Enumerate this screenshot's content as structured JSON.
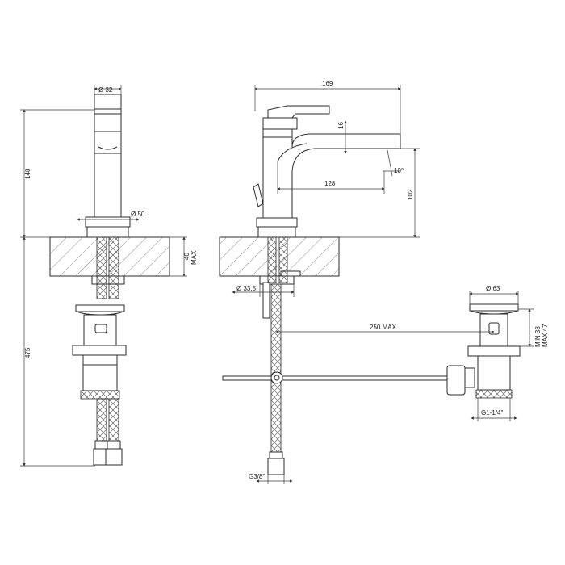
{
  "dimensions": {
    "d32": "Ø 32",
    "d50": "Ø 50",
    "h148": "148",
    "h475": "475",
    "max40": "40",
    "max40_label": "MAX",
    "w169": "169",
    "h16": "16",
    "angle10": "10°",
    "w128": "128",
    "h102": "102",
    "d33_5": "Ø 33,5",
    "max250": "250 MAX",
    "d63": "Ø 63",
    "min38": "MIN 38",
    "max47": "MAX 47",
    "g1_14": "G1-1/4\"",
    "g3_8": "G3/8\""
  }
}
